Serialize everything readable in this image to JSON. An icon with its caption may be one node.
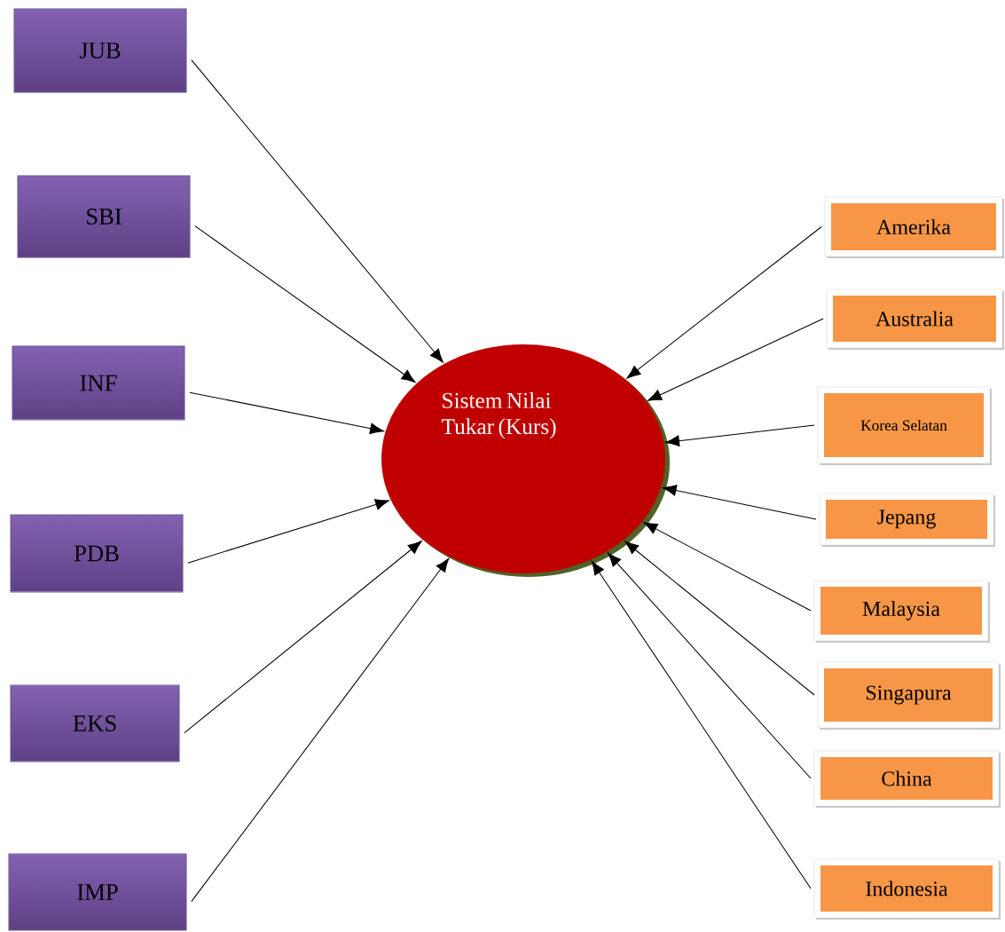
{
  "diagram": {
    "nodes": [
      {
        "text": [
          "JUB"
        ]
      },
      {
        "text": [
          "SBI"
        ]
      },
      {
        "text": [
          "INF"
        ]
      },
      {
        "text": [
          "PDB"
        ]
      },
      {
        "text": [
          "EKS"
        ]
      },
      {
        "text": [
          "IMP"
        ]
      },
      {
        "text": [
          "Sistem Nilai Tukar (Kurs)"
        ]
      },
      {
        "text": [
          "Amerika"
        ]
      },
      {
        "text": [
          "Australia"
        ]
      },
      {
        "text": [
          "Korea Selatan"
        ]
      },
      {
        "text": [
          "Jepang"
        ]
      },
      {
        "text": [
          "Malaysia"
        ]
      },
      {
        "text": [
          "Singapura"
        ]
      },
      {
        "text": [
          "China"
        ]
      },
      {
        "text": [
          "Indonesia"
        ]
      }
    ],
    "edges": [
      {
        "from": 0,
        "to": 6,
        "arrow": "to"
      },
      {
        "from": 1,
        "to": 6,
        "arrow": "to"
      },
      {
        "from": 2,
        "to": 6,
        "arrow": "to"
      },
      {
        "from": 3,
        "to": 6,
        "arrow": "to"
      },
      {
        "from": 4,
        "to": 6,
        "arrow": "to"
      },
      {
        "from": 5,
        "to": 6,
        "arrow": "to"
      },
      {
        "from": 7,
        "to": 6,
        "arrow": "to"
      },
      {
        "from": 8,
        "to": 6,
        "arrow": "to"
      },
      {
        "from": 9,
        "to": 6,
        "arrow": "to"
      },
      {
        "from": 10,
        "to": 6,
        "arrow": "to"
      },
      {
        "from": 11,
        "to": 6,
        "arrow": "to"
      },
      {
        "from": 12,
        "to": 6,
        "arrow": "to"
      },
      {
        "from": 13,
        "to": 6,
        "arrow": "to"
      },
      {
        "from": 14,
        "to": 6,
        "arrow": "to"
      }
    ]
  }
}
